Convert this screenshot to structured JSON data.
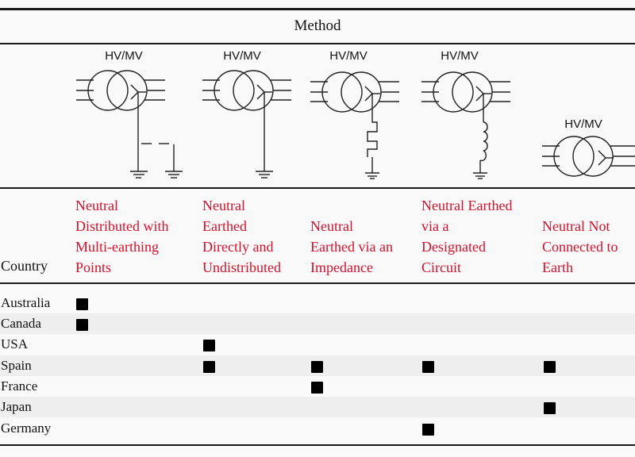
{
  "table": {
    "method_header": "Method",
    "country_header": "Country",
    "diagram_label": "HV/MV",
    "methods": [
      {
        "id": "multi_earthing",
        "label_lines": [
          "Neutral",
          "Distributed with",
          "Multi-earthing",
          "Points"
        ],
        "diagram": "transformer-multi-earthed-icon"
      },
      {
        "id": "direct",
        "label_lines": [
          "Neutral",
          "Earthed",
          "Directly and",
          "Undistributed"
        ],
        "diagram": "transformer-direct-earth-icon"
      },
      {
        "id": "impedance",
        "label_lines": [
          "Neutral",
          "Earthed via an",
          "Impedance"
        ],
        "diagram": "transformer-resistor-earth-icon"
      },
      {
        "id": "designated",
        "label_lines": [
          "Neutral Earthed",
          "via a",
          "Designated",
          "Circuit"
        ],
        "diagram": "transformer-coil-earth-icon"
      },
      {
        "id": "not_connected",
        "label_lines": [
          "Neutral Not",
          "Connected to",
          "Earth"
        ],
        "diagram": "transformer-unearthed-icon"
      }
    ],
    "rows": [
      {
        "country": "Australia",
        "marks": [
          true,
          false,
          false,
          false,
          false
        ]
      },
      {
        "country": "Canada",
        "marks": [
          true,
          false,
          false,
          false,
          false
        ]
      },
      {
        "country": "USA",
        "marks": [
          false,
          true,
          false,
          false,
          false
        ]
      },
      {
        "country": "Spain",
        "marks": [
          false,
          true,
          true,
          true,
          true
        ]
      },
      {
        "country": "France",
        "marks": [
          false,
          false,
          true,
          false,
          false
        ]
      },
      {
        "country": "Japan",
        "marks": [
          false,
          false,
          false,
          false,
          true
        ]
      },
      {
        "country": "Germany",
        "marks": [
          false,
          false,
          false,
          true,
          false
        ]
      }
    ],
    "colors": {
      "method_label": "#d0112b",
      "text": "#111111",
      "alt_row": "#eeeeee",
      "background": "#f9f9f9",
      "mark": "#000000"
    }
  }
}
